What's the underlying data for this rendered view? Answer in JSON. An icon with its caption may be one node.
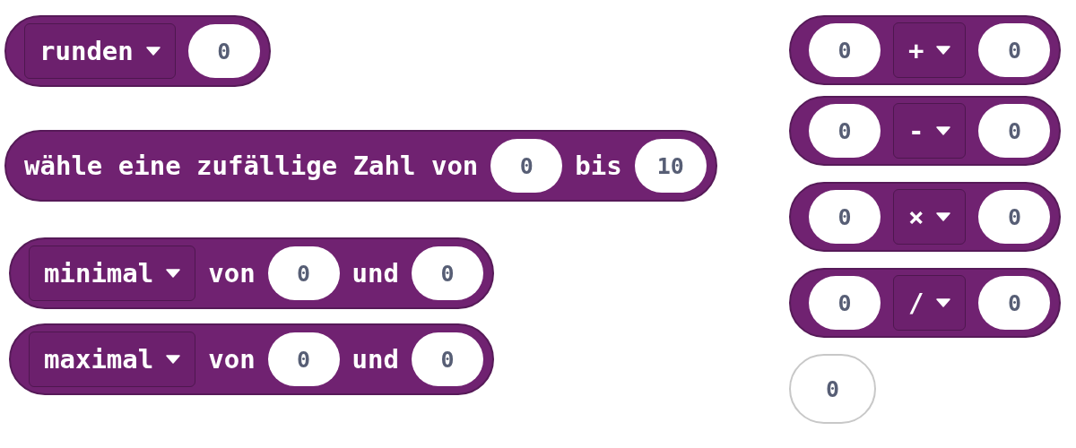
{
  "diagram": {
    "nodes": [
      {
        "text": [],
        "shape": "box"
      },
      {
        "text": [
          "runden"
        ],
        "in": 0
      },
      {
        "text": [
          "0"
        ],
        "in": 0
      },
      {
        "text": [
          "wähle eine zufällige Zahl von",
          "bis"
        ]
      },
      {
        "text": [
          "0"
        ],
        "in": 3
      },
      {
        "text": [
          "10"
        ],
        "in": 3
      },
      {
        "text": [
          "von",
          "und"
        ]
      },
      {
        "text": [
          "minimal"
        ],
        "in": 6
      },
      {
        "text": [
          "0"
        ],
        "in": 6
      },
      {
        "text": [
          "0"
        ],
        "in": 6
      },
      {
        "text": [
          "von",
          "und"
        ]
      },
      {
        "text": [
          "maximal"
        ],
        "in": 10
      },
      {
        "text": [
          "0"
        ],
        "in": 10
      },
      {
        "text": [
          "0"
        ],
        "in": 10
      },
      {
        "text": [],
        "shape": "box"
      },
      {
        "text": [
          "0"
        ],
        "in": 14
      },
      {
        "text": [
          "+"
        ],
        "in": 14
      },
      {
        "text": [
          "0"
        ],
        "in": 14
      },
      {
        "text": [],
        "shape": "box"
      },
      {
        "text": [
          "0"
        ],
        "in": 18
      },
      {
        "text": [
          "-"
        ],
        "in": 18
      },
      {
        "text": [
          "0"
        ],
        "in": 18
      },
      {
        "text": [],
        "shape": "box"
      },
      {
        "text": [
          "0"
        ],
        "in": 22
      },
      {
        "text": [
          "×"
        ],
        "in": 22
      },
      {
        "text": [
          "0"
        ],
        "in": 22
      },
      {
        "text": [],
        "shape": "box"
      },
      {
        "text": [
          "0"
        ],
        "in": 26
      },
      {
        "text": [
          "/"
        ],
        "in": 26
      },
      {
        "text": [
          "0"
        ],
        "in": 26
      },
      {
        "text": [
          "0"
        ]
      }
    ],
    "edges": []
  }
}
